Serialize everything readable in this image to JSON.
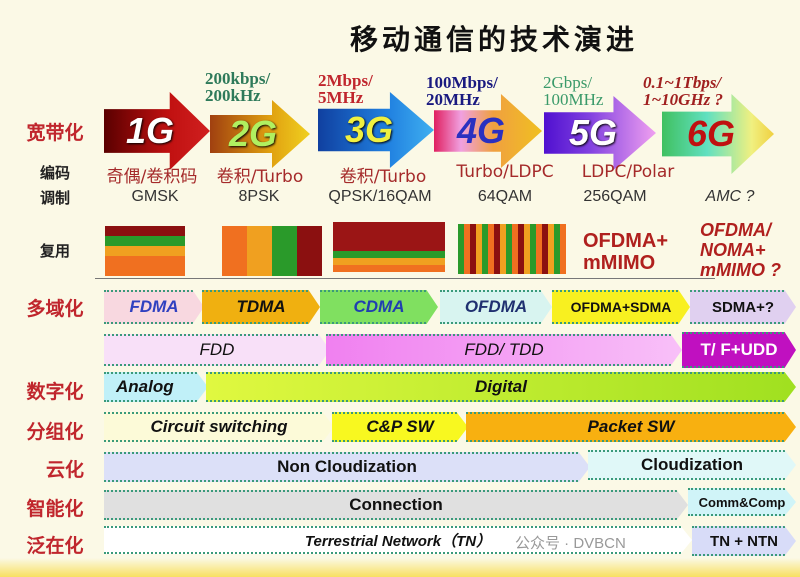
{
  "title": "移动通信的技术演进",
  "row_labels": {
    "broadband": "宽带化",
    "coding": "编码",
    "modulation": "调制",
    "multiplexing": "复用",
    "multidomain": "多域化",
    "digital": "数字化",
    "packet": "分组化",
    "cloud": "云化",
    "intelligent": "智能化",
    "ubiquitous": "泛在化"
  },
  "generations": [
    {
      "name": "1G",
      "speed": "",
      "coding": "奇偶/卷积码",
      "modulation": "GMSK"
    },
    {
      "name": "2G",
      "speed": "200kbps/",
      "bandwidth": "200kHz",
      "coding": "卷积/Turbo",
      "modulation": "8PSK",
      "speed_color": "#2e7a5a"
    },
    {
      "name": "3G",
      "speed": "2Mbps/",
      "bandwidth": "5MHz",
      "coding": "卷积/Turbo",
      "modulation": "QPSK/16QAM",
      "speed_color": "#c0262d"
    },
    {
      "name": "4G",
      "speed": "100Mbps/",
      "bandwidth": "20MHz",
      "coding": "Turbo/LDPC",
      "modulation": "64QAM",
      "speed_color": "#1a1a80"
    },
    {
      "name": "5G",
      "speed": "2Gbps/",
      "bandwidth": "100MHz",
      "coding": "LDPC/Polar",
      "modulation": "256QAM",
      "speed_color": "#3a9a6a"
    },
    {
      "name": "6G",
      "speed": "0.1~1Tbps/",
      "bandwidth": "1~10GHz ?",
      "coding": "",
      "modulation": "AMC ?",
      "speed_color": "#a02020"
    }
  ],
  "multiplexing": {
    "5g": "OFDMA+\nmMIMO",
    "5g_l1": "OFDMA+",
    "5g_l2": "mMIMO",
    "6g_l1": "OFDMA/",
    "6g_l2": "NOMA+",
    "6g_l3": "mMIMO ?"
  },
  "multidomain": [
    "FDMA",
    "TDMA",
    "CDMA",
    "OFDMA",
    "OFDMA+SDMA",
    "SDMA+?"
  ],
  "duplex": [
    "FDD",
    "FDD/  TDD",
    "T/ F+UDD"
  ],
  "digital": [
    "Analog",
    "Digital"
  ],
  "packet": [
    "Circuit switching",
    "C&P SW",
    "Packet  SW"
  ],
  "cloud": [
    "Non Cloudization",
    "Cloudization"
  ],
  "intelligent": [
    "Connection",
    "Comm&Comp"
  ],
  "ubiquitous": [
    "Terrestrial Network（TN）",
    "TN + NTN"
  ],
  "watermark": "公众号 · DVBCN"
}
